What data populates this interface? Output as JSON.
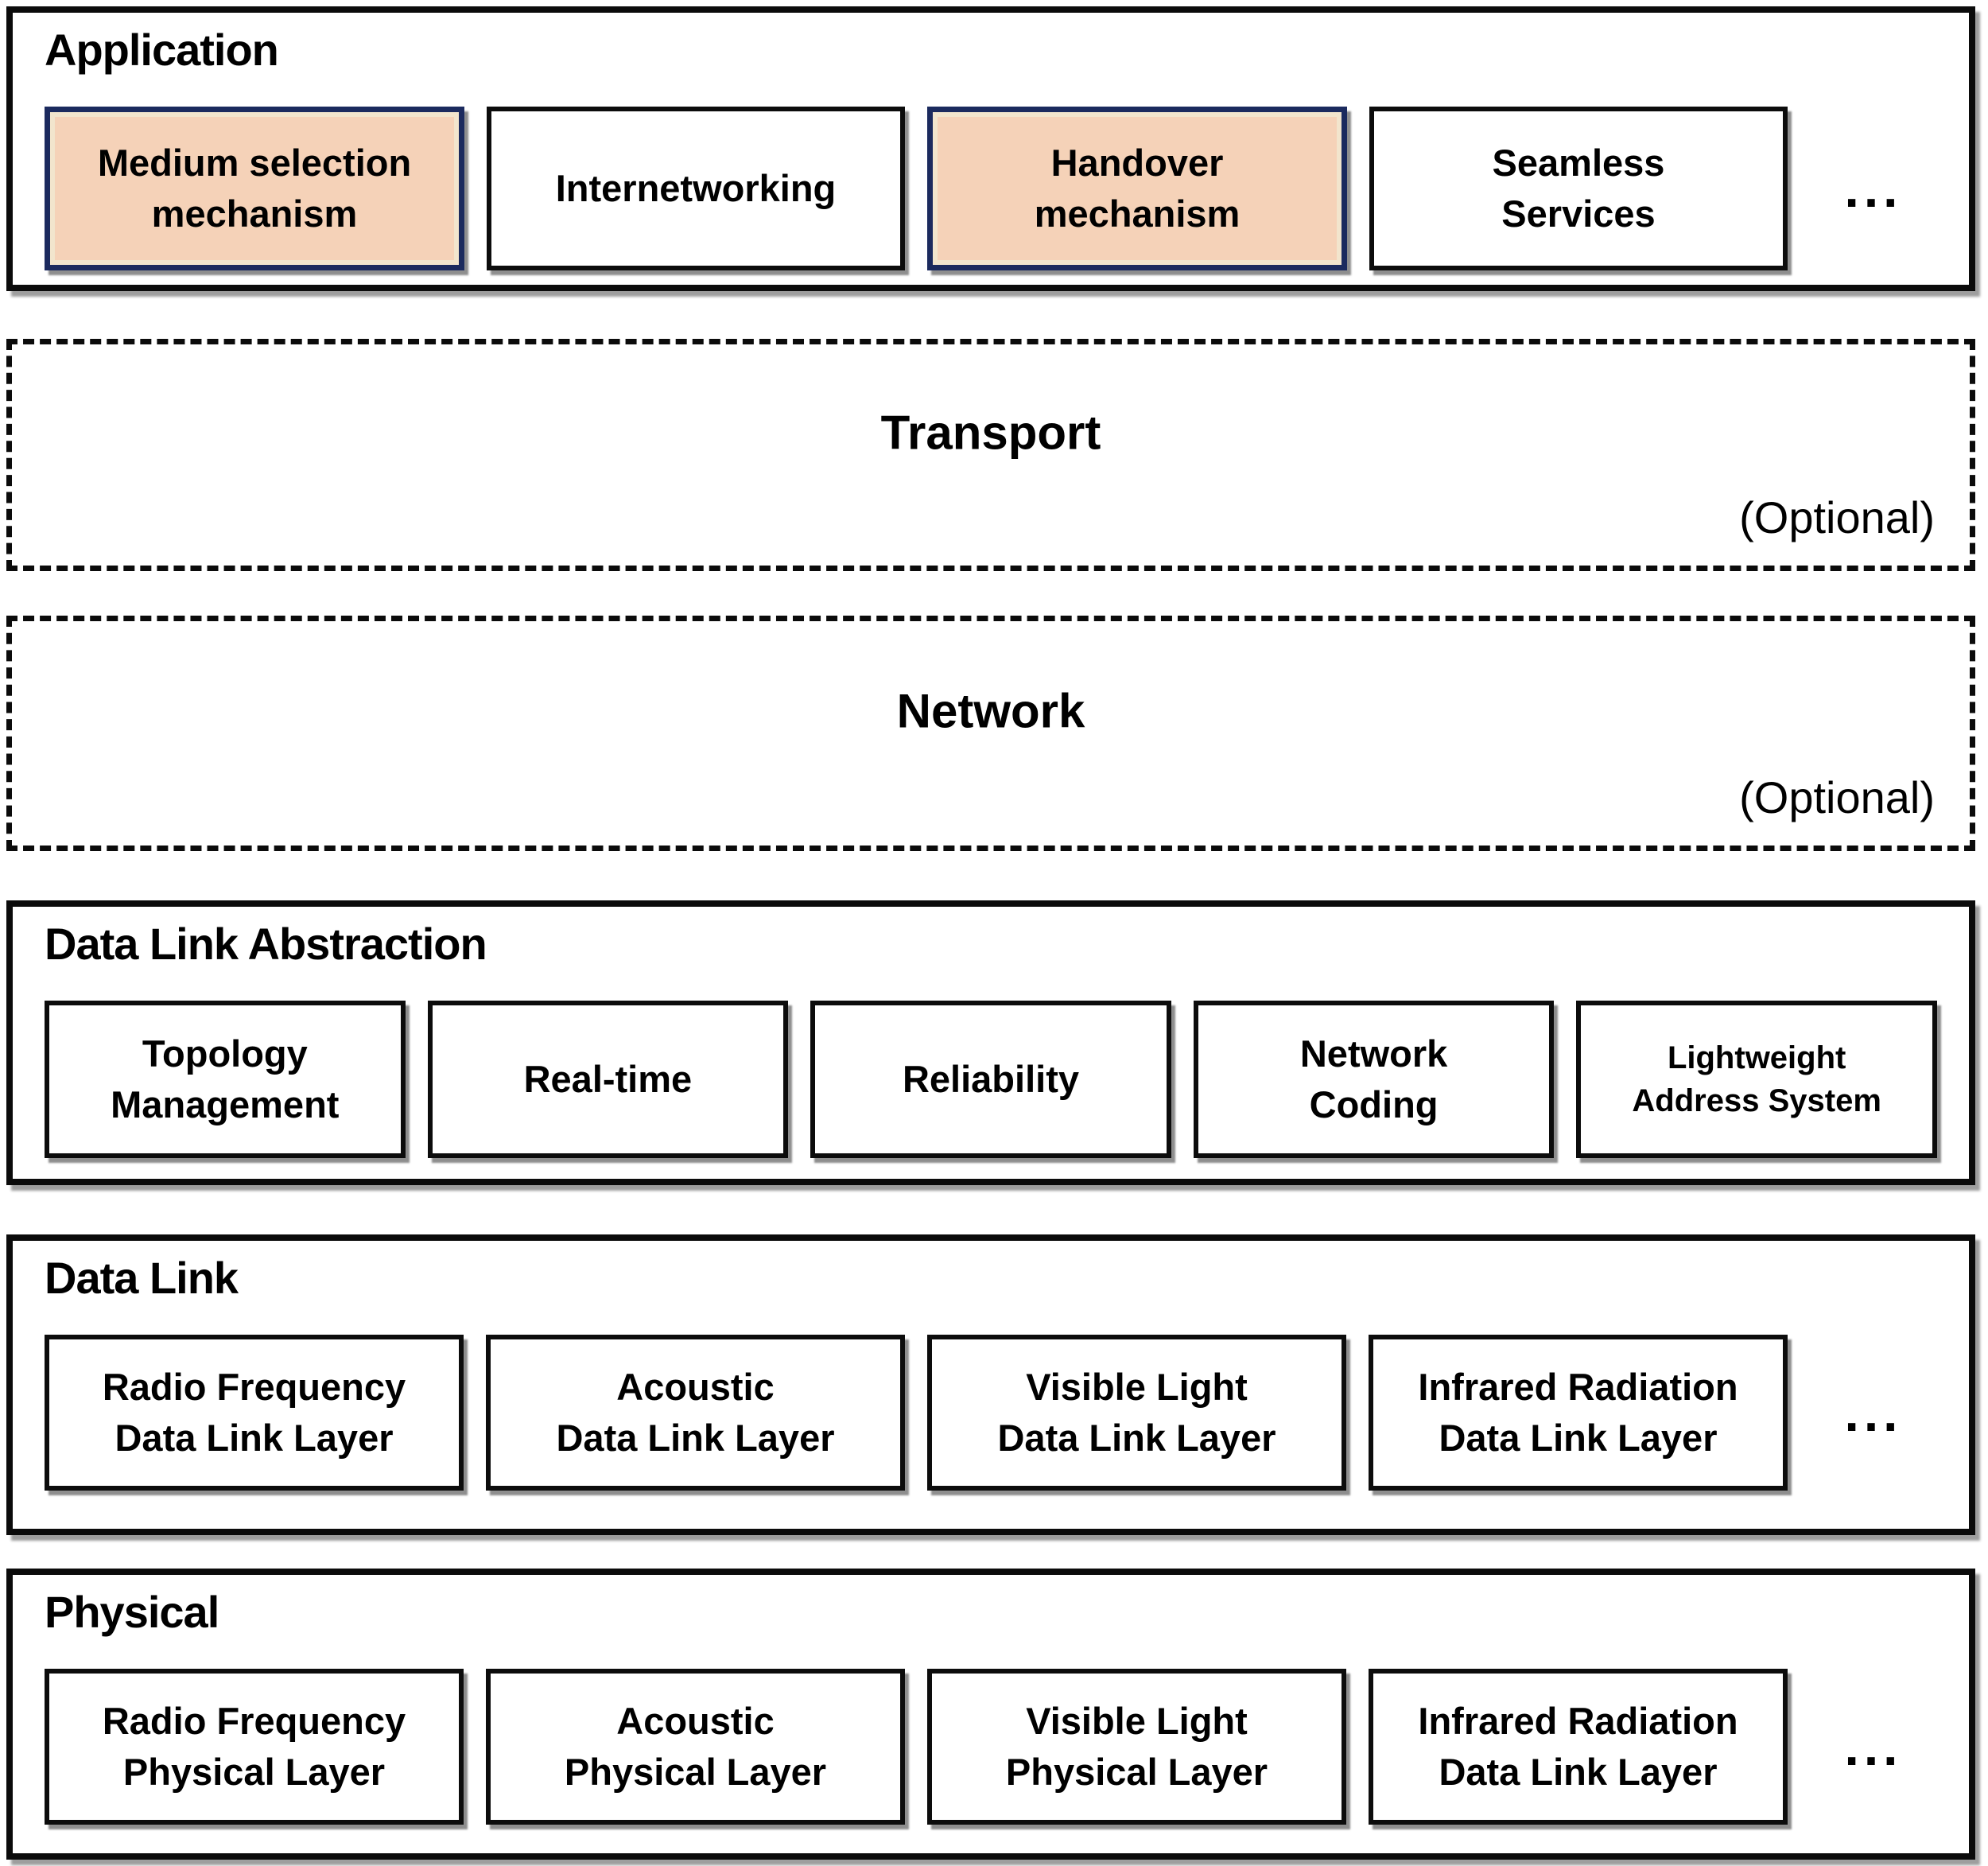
{
  "application": {
    "title": "Application",
    "boxes": [
      {
        "label": "Medium selection\nmechanism",
        "highlighted": true
      },
      {
        "label": "Internetworking",
        "highlighted": false
      },
      {
        "label": "Handover\nmechanism",
        "highlighted": true
      },
      {
        "label": "Seamless\nServices",
        "highlighted": false
      }
    ],
    "ellipsis": "..."
  },
  "transport": {
    "title": "Transport",
    "note": "(Optional)"
  },
  "network": {
    "title": "Network",
    "note": "(Optional)"
  },
  "data_link_abstraction": {
    "title": "Data Link Abstraction",
    "boxes": [
      {
        "label": "Topology\nManagement"
      },
      {
        "label": "Real-time"
      },
      {
        "label": "Reliability"
      },
      {
        "label": "Network\nCoding"
      },
      {
        "label": "Lightweight\nAddress System"
      }
    ]
  },
  "data_link": {
    "title": "Data Link",
    "boxes": [
      {
        "label": "Radio Frequency\nData Link Layer"
      },
      {
        "label": "Acoustic\nData Link Layer"
      },
      {
        "label": "Visible Light\nData Link Layer"
      },
      {
        "label": "Infrared Radiation\nData Link Layer"
      }
    ],
    "ellipsis": "..."
  },
  "physical": {
    "title": "Physical",
    "boxes": [
      {
        "label": "Radio Frequency\nPhysical Layer"
      },
      {
        "label": "Acoustic\nPhysical Layer"
      },
      {
        "label": "Visible Light\nPhysical Layer"
      },
      {
        "label": "Infrared Radiation\nData Link Layer"
      }
    ],
    "ellipsis": "..."
  },
  "colors": {
    "highlight_fill": "#f5d2b8",
    "highlight_border": "#1b2a5e",
    "line_color": "#0b0b0b"
  }
}
